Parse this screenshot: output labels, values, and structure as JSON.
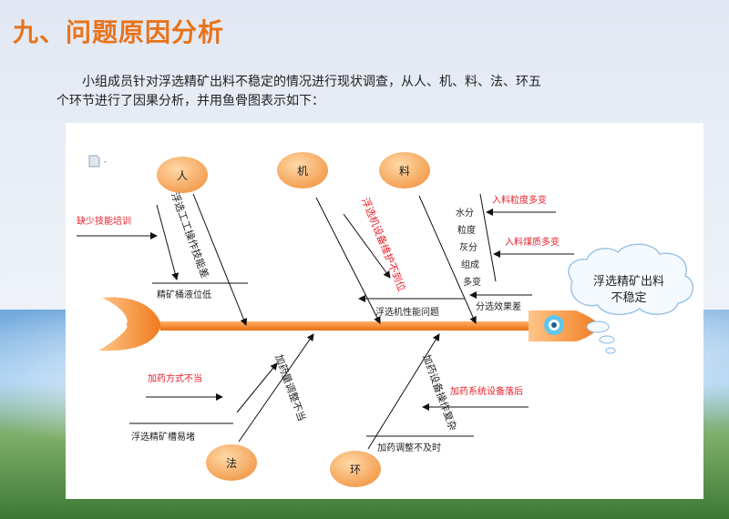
{
  "title": "九、问题原因分析",
  "intro": {
    "line1": "小组成员针对浮选精矿出料不稳定的情况进行现状调查，从人、机、料、法、环五",
    "line2": "个环节进行了因果分析，并用鱼骨图表示如下："
  },
  "diagram": {
    "effect": [
      "浮选精矿出料",
      "不稳定"
    ],
    "categories": {
      "ren": "人",
      "ji": "机",
      "liao": "料",
      "fa": "法",
      "huan": "环"
    },
    "causes": {
      "ren_primary": "精矿桶液位低",
      "ren_secondary": "缺少技能培训",
      "ren_diagonal": "浮选工工操作技能差",
      "ji_primary": "浮选机性能问题",
      "ji_diagonal": "浮选机设备维护不到位",
      "liao_primary": "分选效果差",
      "liao_secondary_1": "入料粒度多变",
      "liao_secondary_2": "入料煤质多变",
      "liao_vertical": [
        "水分",
        "粒度",
        "灰分",
        "组成",
        "多变"
      ],
      "fa_primary": "浮选精矿槽易堵",
      "fa_secondary": "加药方式不当",
      "fa_diagonal": "加药量调整不当",
      "huan_primary": "加药调整不及时",
      "huan_secondary": "加药系统设备落后",
      "huan_diagonal": "加药设备操作复杂"
    }
  }
}
